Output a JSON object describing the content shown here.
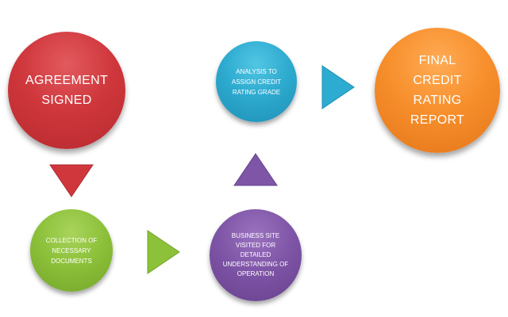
{
  "nodes": {
    "agreement": "AGREEMENT SIGNED",
    "collection": "COLLECTION OF NECESSARY DOCUMENTS",
    "site_visit": "BUSINESS SITE VISITED FOR DETAILED UNDERSTANDING OF OPERATION",
    "analysis": "ANALYSIS TO ASSIGN CREDIT RATING GRADE",
    "final_report": "FINAL CREDIT RATING REPORT"
  },
  "colors": {
    "agreement": "#cf373c",
    "collection": "#8dc13a",
    "site_visit": "#7f55a7",
    "analysis": "#2eabd0",
    "final_report": "#f78f2c"
  },
  "arrows": [
    {
      "from": "agreement",
      "to": "collection",
      "direction": "down",
      "color": "#cf373c"
    },
    {
      "from": "collection",
      "to": "site_visit",
      "direction": "right",
      "color": "#8dc13a"
    },
    {
      "from": "site_visit",
      "to": "analysis",
      "direction": "up",
      "color": "#7f55a7"
    },
    {
      "from": "analysis",
      "to": "final_report",
      "direction": "right",
      "color": "#2eabd0"
    }
  ]
}
